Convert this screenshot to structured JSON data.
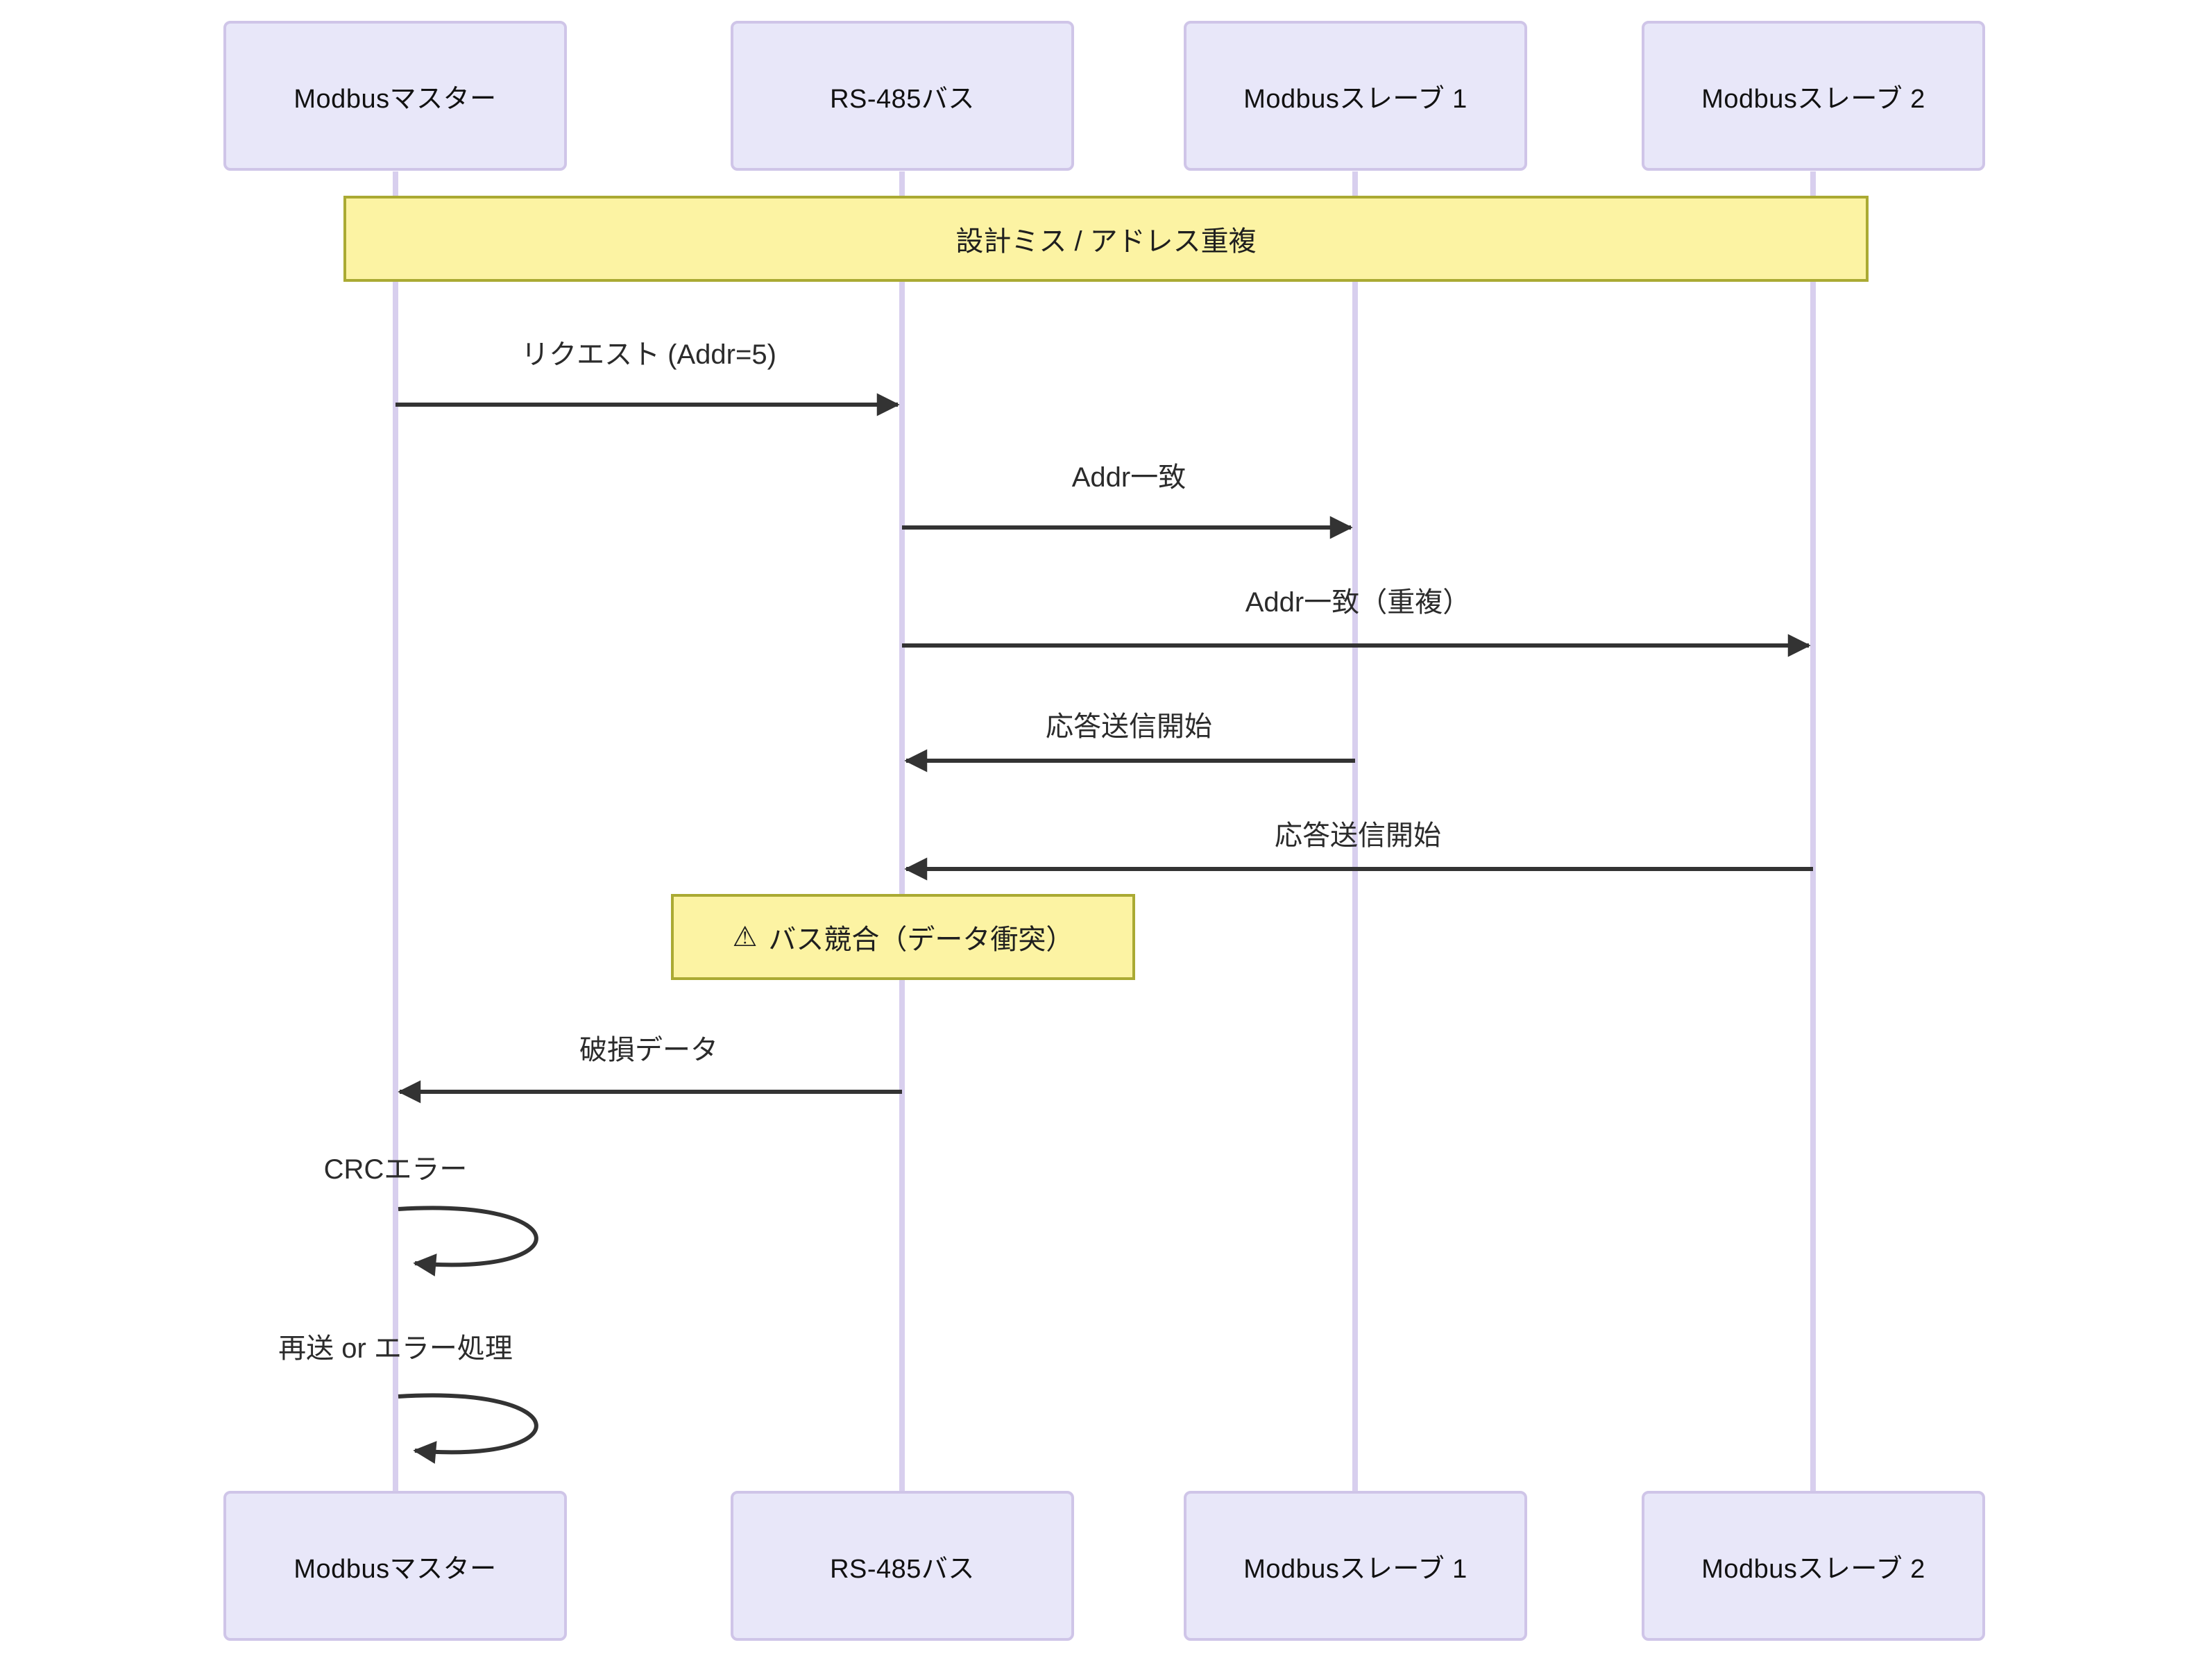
{
  "diagram": {
    "type": "sequence-diagram",
    "actors": [
      {
        "name": "Modbusマスター"
      },
      {
        "name": "RS-485バス"
      },
      {
        "name": "Modbusスレーブ 1"
      },
      {
        "name": "Modbusスレーブ 2"
      }
    ],
    "notes": [
      {
        "text": "設計ミス / アドレス重複",
        "over": "Modbusマスター..Modbusスレーブ 2"
      },
      {
        "icon": "⚠",
        "text": "バス競合（データ衝突）",
        "over": "RS-485バス"
      }
    ],
    "messages": [
      {
        "from": "Modbusマスター",
        "to": "RS-485バス",
        "label": "リクエスト (Addr=5)"
      },
      {
        "from": "RS-485バス",
        "to": "Modbusスレーブ 1",
        "label": "Addr一致"
      },
      {
        "from": "RS-485バス",
        "to": "Modbusスレーブ 2",
        "label": "Addr一致（重複）"
      },
      {
        "from": "Modbusスレーブ 1",
        "to": "RS-485バス",
        "label": "応答送信開始"
      },
      {
        "from": "Modbusスレーブ 2",
        "to": "RS-485バス",
        "label": "応答送信開始"
      },
      {
        "from": "RS-485バス",
        "to": "Modbusマスター",
        "label": "破損データ"
      },
      {
        "from": "Modbusマスター",
        "to": "Modbusマスター",
        "label": "CRCエラー",
        "self": true
      },
      {
        "from": "Modbusマスター",
        "to": "Modbusマスター",
        "label": "再送 or エラー処理",
        "self": true
      }
    ],
    "colors": {
      "actor_fill": "#e8e7f9",
      "actor_border": "#cfc5e8",
      "lifeline": "#d8cfee",
      "note_fill": "#fcf3a3",
      "note_border": "#aaaa33",
      "arrow": "#333333",
      "text": "#2b2b2b"
    }
  }
}
